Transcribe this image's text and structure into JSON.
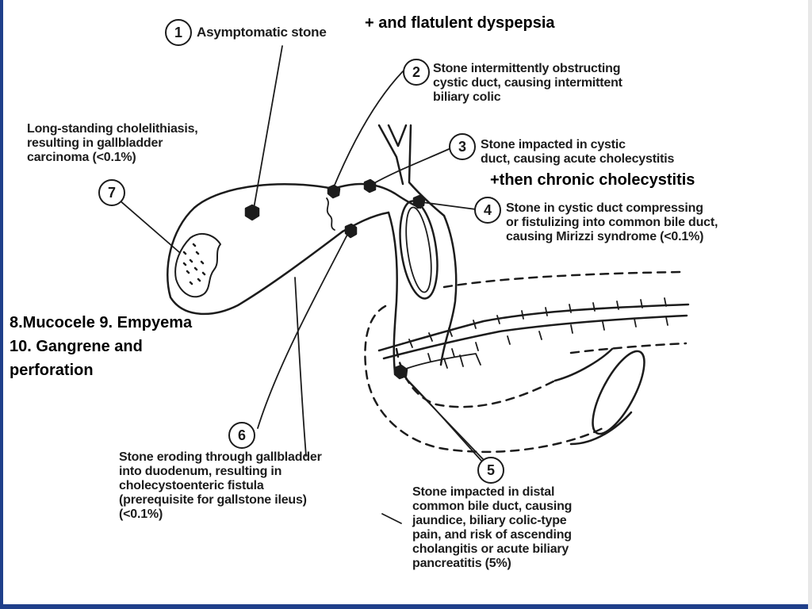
{
  "callouts": [
    {
      "number": "1",
      "text": "Asymptomatic stone"
    },
    {
      "number": "2",
      "text": "Stone intermittently obstructing\ncystic duct, causing intermittent\nbiliary colic"
    },
    {
      "number": "3",
      "text": "Stone impacted in cystic\nduct, causing acute cholecystitis"
    },
    {
      "number": "4",
      "text": "Stone in cystic duct compressing\nor fistulizing into common bile duct,\ncausing Mirizzi syndrome (<0.1%)"
    },
    {
      "number": "5",
      "text": "Stone impacted in distal\ncommon bile duct, causing\njaundice, biliary colic-type\npain, and risk of ascending\ncholangitis or acute biliary\npancreatitis (5%)"
    },
    {
      "number": "6",
      "text": "Stone eroding through gallbladder\ninto duodenum, resulting in\ncholecystoenteric fistula\n(prerequisite for gallstone ileus)\n(<0.1%)"
    },
    {
      "number": "7",
      "text": "Long-standing cholelithiasis,\nresulting in gallbladder\ncarcinoma (<0.1%)"
    }
  ],
  "additions": {
    "dyspepsia": "+ and flatulent dyspepsia",
    "chronic": "+then chronic cholecystitis",
    "complications": "8.Mucocele 9. Empyema\n10. Gangrene and\nperforation"
  }
}
